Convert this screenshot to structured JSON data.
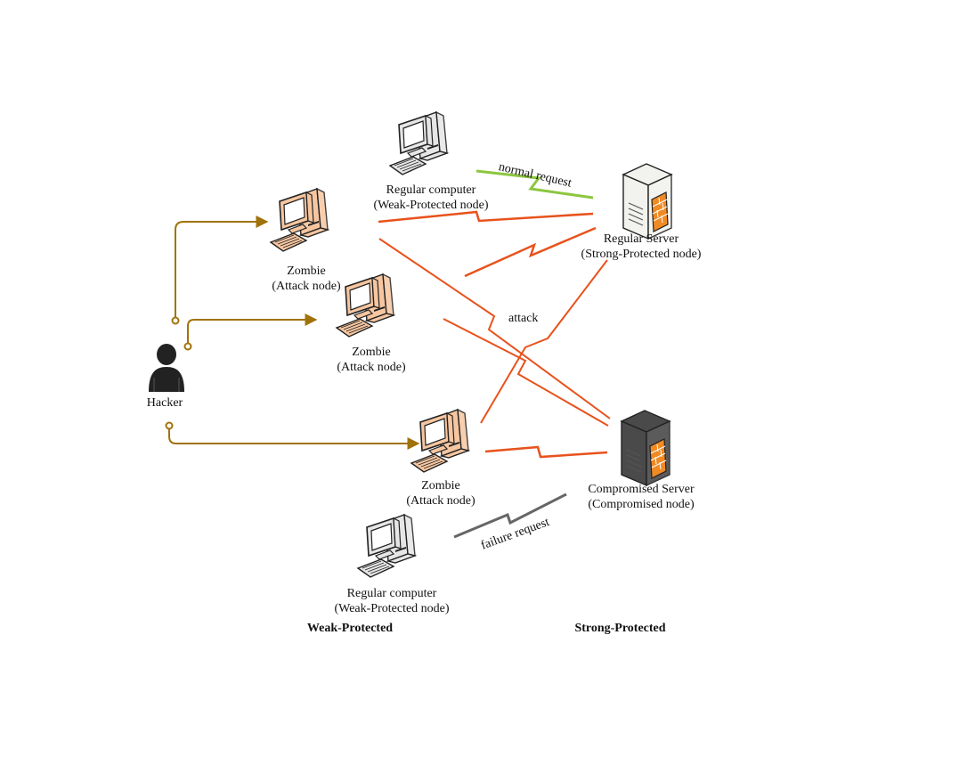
{
  "colors": {
    "attack": "#e8521c",
    "normal": "#8cc63f",
    "failure": "#666666",
    "control": "#a0730a",
    "zombie_fill": "#f6c6a0",
    "regular_fill": "#e6e6e6",
    "compromised_fill": "#4a4a4a"
  },
  "nodes": {
    "hacker": {
      "label": "Hacker",
      "icon": "person-icon"
    },
    "zombie1": {
      "line1": "Zombie",
      "line2": "(Attack node)",
      "icon": "zombie-computer-icon"
    },
    "zombie2": {
      "line1": "Zombie",
      "line2": "(Attack node)",
      "icon": "zombie-computer-icon"
    },
    "zombie3": {
      "line1": "Zombie",
      "line2": "(Attack node)",
      "icon": "zombie-computer-icon"
    },
    "regular_top": {
      "line1": "Regular computer",
      "line2": "(Weak-Protected node)",
      "icon": "desktop-computer-icon"
    },
    "regular_bottom": {
      "line1": "Regular computer",
      "line2": "(Weak-Protected node)",
      "icon": "desktop-computer-icon"
    },
    "regular_server": {
      "line1": "Regular Server",
      "line2": "(Strong-Protected node)",
      "icon": "server-firewall-icon"
    },
    "compromised_server": {
      "line1": "Compromised Server",
      "line2": "(Compromised node)",
      "icon": "compromised-server-icon"
    }
  },
  "edges": {
    "normal_request": "normal request",
    "attack": "attack",
    "failure_request": "failure request"
  },
  "zones": {
    "weak": "Weak-Protected",
    "strong": "Strong-Protected"
  }
}
